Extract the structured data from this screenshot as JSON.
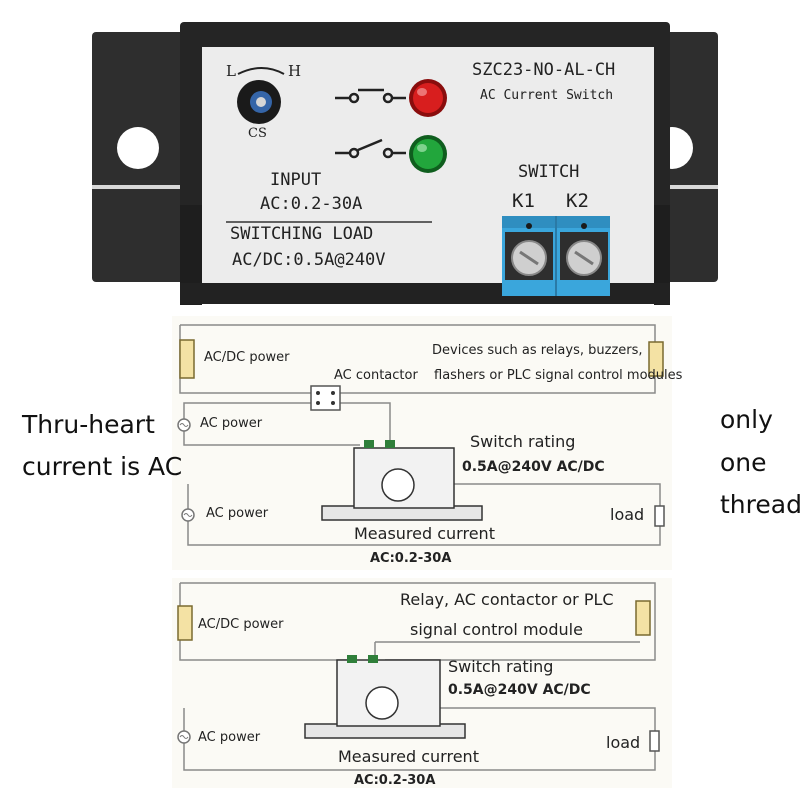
{
  "device": {
    "model": "SZC23-NO-AL-CH",
    "subtitle": "AC Current Switch",
    "knob_low": "L",
    "knob_high": "H",
    "knob_label": "CS",
    "input_label": "INPUT",
    "input_range": "AC:0.2-30A",
    "switching_label": "SWITCHING LOAD",
    "switching_range": "AC/DC:0.5A@240V",
    "switch_label": "SWITCH",
    "k1": "K1",
    "k2": "K2",
    "colors": {
      "red_led": "#d81e1e",
      "green_led": "#22a63c",
      "terminal": "#3aa6dc",
      "housing": "#2b2b2b"
    }
  },
  "side_text": {
    "left_line1": "Thru-heart",
    "left_line2": "current is AC",
    "right_line1": "only",
    "right_line2": "one",
    "right_line3": "thread"
  },
  "diagram1": {
    "dc_power": "AC/DC power",
    "devices_line1": "Devices such as relays, buzzers,",
    "devices_line2": "flashers or PLC signal control modules",
    "ac_contactor": "AC contactor",
    "ac_power_top": "AC power",
    "switch_rating": "Switch rating",
    "switch_rating_value": "0.5A@240V AC/DC",
    "ac_power_bottom": "AC power",
    "load": "load",
    "measured": "Measured current",
    "measured_value": "AC:0.2-30A"
  },
  "diagram2": {
    "dc_power": "AC/DC power",
    "relay_line1": "Relay, AC contactor or PLC",
    "relay_line2": "signal control module",
    "switch_rating": "Switch rating",
    "switch_rating_value": "0.5A@240V AC/DC",
    "ac_power": "AC power",
    "load": "load",
    "measured": "Measured current",
    "measured_value": "AC:0.2-30A"
  }
}
